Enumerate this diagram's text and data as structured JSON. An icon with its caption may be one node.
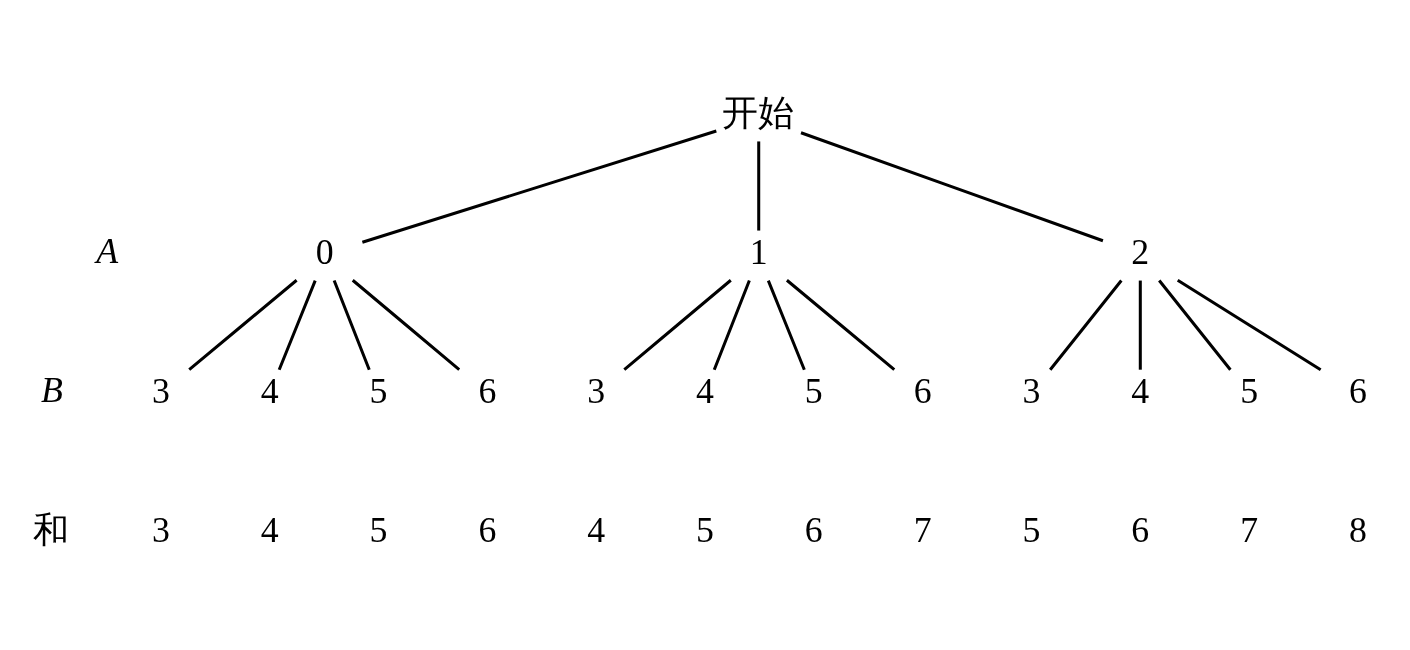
{
  "diagram": {
    "nodes": [
      {
        "text": [
          "开始"
        ]
      },
      {
        "text": [
          "0"
        ]
      },
      {
        "text": [
          "1"
        ]
      },
      {
        "text": [
          "2"
        ]
      },
      {
        "text": [
          "3"
        ]
      },
      {
        "text": [
          "4"
        ]
      },
      {
        "text": [
          "5"
        ]
      },
      {
        "text": [
          "6"
        ]
      },
      {
        "text": [
          "3"
        ]
      },
      {
        "text": [
          "4"
        ]
      },
      {
        "text": [
          "5"
        ]
      },
      {
        "text": [
          "6"
        ]
      },
      {
        "text": [
          "3"
        ]
      },
      {
        "text": [
          "4"
        ]
      },
      {
        "text": [
          "5"
        ]
      },
      {
        "text": [
          "6"
        ]
      }
    ],
    "edges": [
      {
        "from": 0,
        "to": 1,
        "arrow": "none"
      },
      {
        "from": 0,
        "to": 2,
        "arrow": "none"
      },
      {
        "from": 0,
        "to": 3,
        "arrow": "none"
      },
      {
        "from": 1,
        "to": 4,
        "arrow": "none"
      },
      {
        "from": 1,
        "to": 5,
        "arrow": "none"
      },
      {
        "from": 1,
        "to": 6,
        "arrow": "none"
      },
      {
        "from": 1,
        "to": 7,
        "arrow": "none"
      },
      {
        "from": 2,
        "to": 8,
        "arrow": "none"
      },
      {
        "from": 2,
        "to": 9,
        "arrow": "none"
      },
      {
        "from": 2,
        "to": 10,
        "arrow": "none"
      },
      {
        "from": 2,
        "to": 11,
        "arrow": "none"
      },
      {
        "from": 3,
        "to": 12,
        "arrow": "none"
      },
      {
        "from": 3,
        "to": 13,
        "arrow": "none"
      },
      {
        "from": 3,
        "to": 14,
        "arrow": "none"
      },
      {
        "from": 3,
        "to": 15,
        "arrow": "none"
      }
    ],
    "labels": [
      "A",
      "B",
      "和",
      "3",
      "4",
      "5",
      "6",
      "4",
      "5",
      "6",
      "7",
      "5",
      "6",
      "7",
      "8"
    ]
  }
}
